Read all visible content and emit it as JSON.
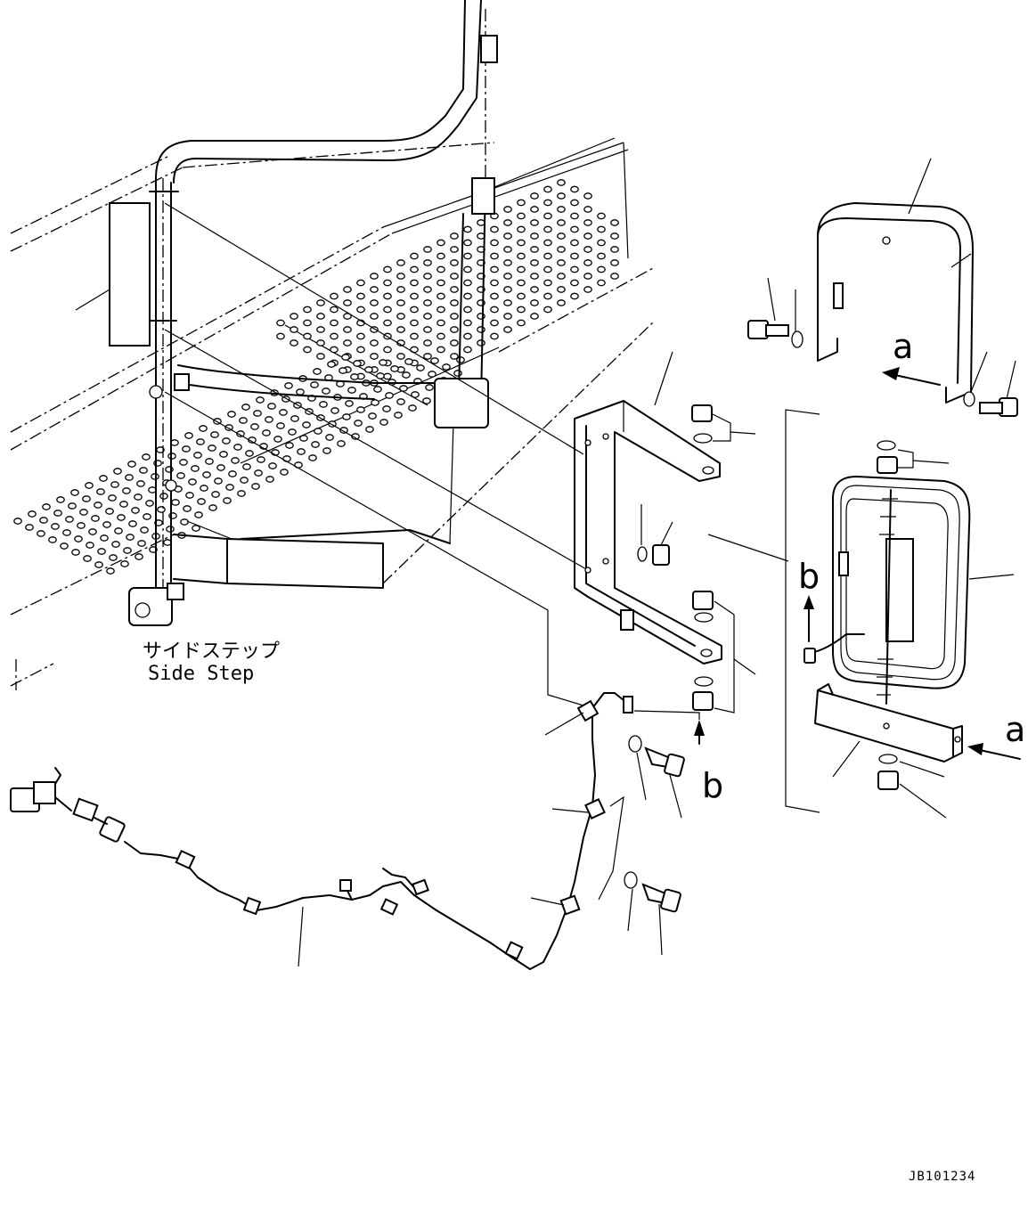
{
  "labels": {
    "side_step_jp": "サイドステップ",
    "side_step_en": "Side Step",
    "view_a_top": "a",
    "view_a_bottom": "a",
    "view_b_upper": "b",
    "view_b_lower": "b",
    "drawing_code": "JB101234"
  }
}
